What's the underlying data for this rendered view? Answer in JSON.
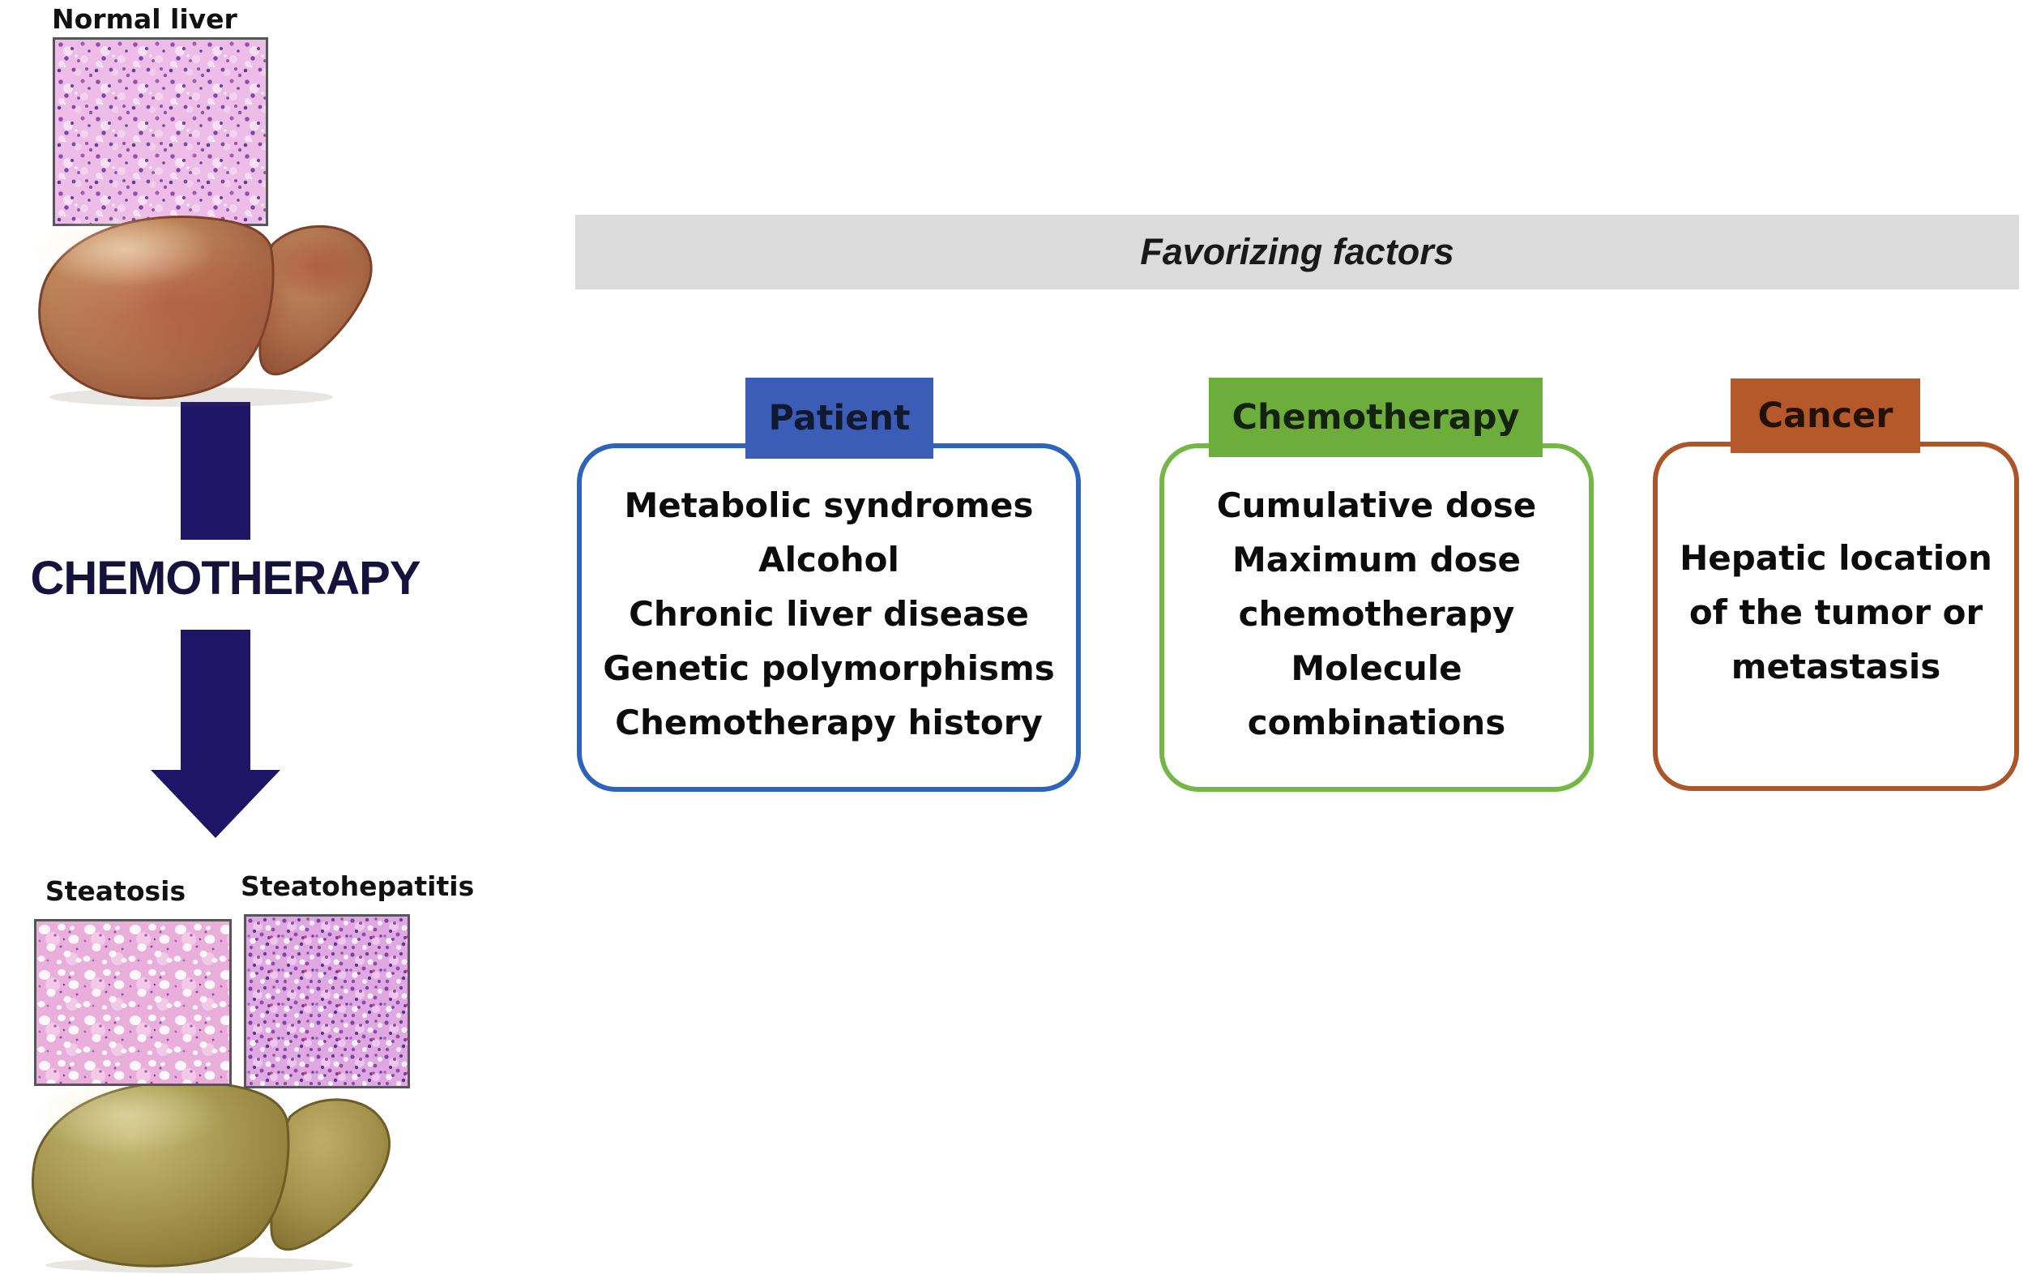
{
  "left_flow": {
    "normal_liver_label": "Normal liver",
    "process_label": "CHEMOTHERAPY",
    "steatosis_label": "Steatosis",
    "steatohepatitis_label": "Steatohepatitis"
  },
  "header": {
    "label": "Favorizing factors",
    "bg": "#dbdbdb"
  },
  "boxes": [
    {
      "title": "Patient",
      "tab_color": "#3b5db6",
      "tab_text_color": "#10192f",
      "border_color": "#2e63bb",
      "lines": [
        "Metabolic syndromes",
        "Alcohol",
        "Chronic liver disease",
        "Genetic polymorphisms",
        "Chemotherapy history"
      ]
    },
    {
      "title": "Chemotherapy",
      "tab_color": "#6cad3c",
      "tab_text_color": "#14230b",
      "border_color": "#74b747",
      "lines": [
        "Cumulative dose",
        "Maximum dose",
        "chemotherapy",
        "Molecule",
        "combinations"
      ]
    },
    {
      "title": "Cancer",
      "tab_color": "#b5592a",
      "tab_text_color": "#231006",
      "border_color": "#ab5528",
      "lines": [
        "Hepatic location",
        "of the tumor or",
        "metastasis"
      ]
    }
  ],
  "colors": {
    "arrow": "#1e1566",
    "process_text": "#15123c",
    "header_text": "#191919",
    "body_text": "#0c0c0c",
    "histology_border": "#55555a",
    "healthy_liver": "#b97f58",
    "fatty_liver": "#ab9c55",
    "histology_pink": "#ecbce6"
  }
}
